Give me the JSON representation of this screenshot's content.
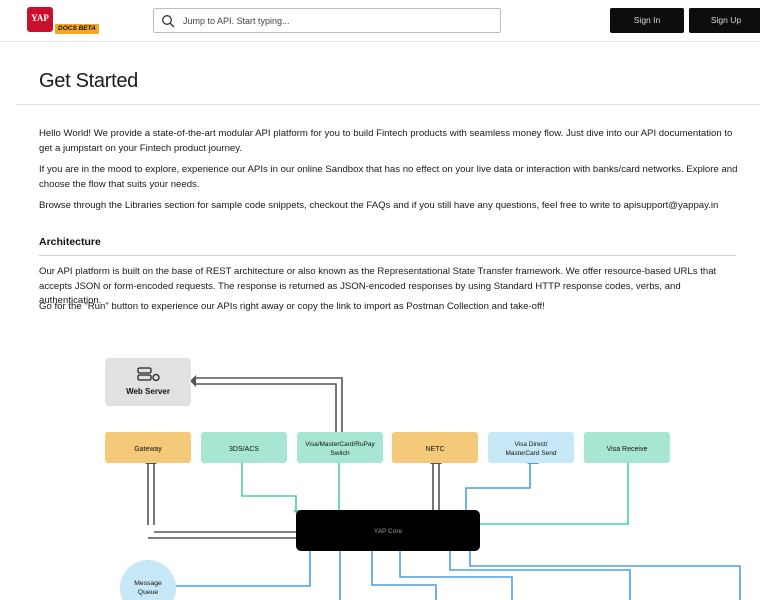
{
  "header": {
    "logo_text": "YAP",
    "badge": "DOCS BETA",
    "search_placeholder": "Jump to API. Start typing...",
    "signin_label": "Sign In",
    "signup_label": "Sign Up"
  },
  "page": {
    "title": "Get Started",
    "intro": [
      "Hello World! We provide a state-of-the-art modular API platform for you to build Fintech products with seamless money flow. Just dive into our API documentation to get a jumpstart on your Fintech product journey.",
      "If you are in the mood to explore, experience our APIs in our online Sandbox that has no effect on your live data or interaction with banks/card networks. Explore and choose the flow that suits your needs.",
      "Browse through the Libraries section for sample code snippets, checkout the FAQs and if you still have any questions, feel free to write to apisupport@yappay.in"
    ],
    "architecture": {
      "heading": "Architecture",
      "paragraphs": [
        "Our API platform is built on the base of REST architecture or also known as the Representational State Transfer framework. We offer resource-based URLs that accepts JSON or form-encoded requests. The response is returned as JSON-encoded responses by using Standard HTTP response codes, verbs, and authentication.",
        "Go for the \"Run\" button to experience our APIs right away or copy the link to import as Postman Collection and take-off!"
      ]
    }
  },
  "diagram": {
    "web_server": "Web Server",
    "gateway": "Gateway",
    "ds_acs": "3DS/ACS",
    "visa_switch_1": "Visa/MasterCard/RuPay",
    "visa_switch_2": "Switch",
    "netc": "NETC",
    "visa_direct_1": "Visa Direct/",
    "visa_direct_2": "MasterCard Send",
    "visa_receive": "Visa Receive",
    "core": "YAP Core",
    "mq_1": "Message",
    "mq_2": "Queue",
    "colors": {
      "gateway": "#f5c97a",
      "mint": "#a6e6d2",
      "netc": "#f5c97a",
      "light_blue": "#c7e8f6",
      "web_server": "#e1e1e1",
      "core": "#000000",
      "green_line": "#4ccf9a",
      "blue_line": "#4a9fe0",
      "gray_line": "#555555"
    }
  }
}
